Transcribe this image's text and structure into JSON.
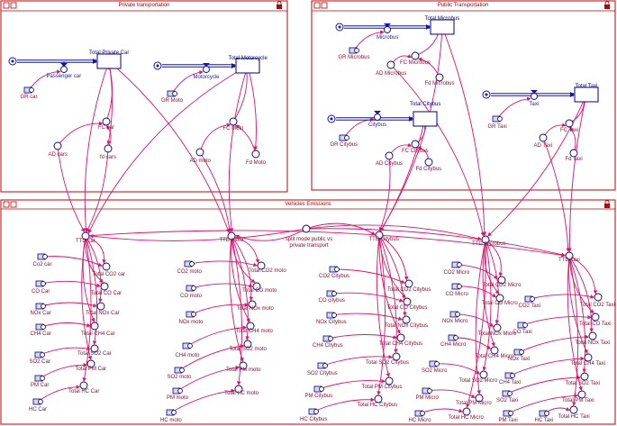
{
  "panels": {
    "private": {
      "title": "Private transportation"
    },
    "public": {
      "title": "Public Transportation"
    },
    "emissions": {
      "title": "Vehicles Emissions"
    }
  },
  "nodes": {
    "n_total_private_car": "Total Private Car",
    "n_passenger_car": "Passenger car",
    "n_gr_car": "GR car",
    "n_fc_car": "FC car",
    "n_ad_cars": "AD cars",
    "n_fd_cars": "fd cars",
    "n_total_motorcycle": "Total Motorcycle",
    "n_motorcycle": "Motorcycle",
    "n_gr_moto": "GR Moto",
    "n_fc_moto": "FC Moto",
    "n_ad_moto": "AD moto",
    "n_fd_moto": "Fd Moto",
    "n_total_microbus": "Total Microbus",
    "n_microbus": "Microbus",
    "n_fc_microbus": "FC Microbus",
    "n_gr_microbus": "GR Microbus",
    "n_ad_microbus": "AD Microbus",
    "n_fd_microbus": "Fd Microbus",
    "n_total_taxi": "Total Taxi",
    "n_taxi": "Taxi",
    "n_gr_taxi": "GR Taxi",
    "n_fc_taxi": "FC Taxi",
    "n_ad_taxi": "AD Taxi",
    "n_fd_taxi": "Fd Taxi",
    "n_total_citybus": "Total Citybus",
    "n_citybus": "Citybus",
    "n_gr_citybus": "GR Citybus",
    "n_fc_citybus": "FC Citybus",
    "n_ad_citybus": "AD Citybus",
    "n_fd_citybus": "Fd Citybus",
    "n_split_mode": "split mode public vs private transport",
    "n_ttd_car": "TTD car",
    "n_ttd_moto": "TTD moto",
    "n_ttd_citybus": "TTD Citybus",
    "n_ttd_microbus": "TTD microbus",
    "n_ttd_taxi": "TTD Taxi",
    "n_co2_car": "Co2 car",
    "n_total_co2_car": "Total CO2 car",
    "n_co_car": "CO Car",
    "n_total_co_car": "Total CO Car",
    "n_nox_car": "NOx Car",
    "n_total_nox_car": "Total NOx Car",
    "n_ch4_car": "CH4 Car",
    "n_total_ch4_car": "Total CH4 Car",
    "n_so2_car": "SO2 Car",
    "n_total_so2_car": "Total SO2 Car",
    "n_pm_car": "PM Car",
    "n_total_pm_car": "Total PM Car",
    "n_hc_car": "HC Car",
    "n_total_hc_car": "Total HC Car",
    "n_co2_moto": "CO2 moto",
    "n_total_co2_moto": "Total CO2 moto",
    "n_co_moto": "CO moto",
    "n_total_co_moto": "Total CO moto",
    "n_nox_moto": "NOx moto",
    "n_total_nox_moto": "Total NOx moto",
    "n_ch4_moto": "CH4 moto",
    "n_total_ch4_moto": "Total CH4 moto",
    "n_so2_moto": "SO2 moto",
    "n_total_so2_moto": "Total SO2 moto",
    "n_pm_moto": "PM moto",
    "n_total_pm_moto": "Total PM moto",
    "n_hc_moto": "HC moto",
    "n_total_hc_moto": "Total HC moto",
    "n_co2_citybus": "CO2 Citybus",
    "n_total_co2_citybus": "Total CO2 Citybus",
    "n_co_citybus": "CO citybus",
    "n_total_co_citybus": "Total CO Citybus",
    "n_nox_citybus": "NOx Citybus",
    "n_total_nox_citybus": "Total NOx Citybus",
    "n_ch4_citybus": "CH4 Citybus",
    "n_total_ch4_citybus": "Total CH4 Citybus",
    "n_so2_citybus": "SO2 Citybus",
    "n_total_so2_citybus": "Total SO2 Citybus",
    "n_pm_citybus": "PM Citybus",
    "n_total_pm_citybus": "Total PM Citybus",
    "n_hc_citybus": "HC Citybus",
    "n_total_hc_citybus": "Total HC Citybus",
    "n_co2_micro": "CO2 Micro",
    "n_total_co2_micro": "Total CO2 Micro",
    "n_co_micro": "CO Micro",
    "n_total_co_micro": "Total CO Micro",
    "n_nox_micro": "NOx Micro",
    "n_total_nox_micro": "Total NOx Micro",
    "n_ch4_micro": "CH4 Micro",
    "n_total_ch4_micro": "Total CH4 Micro",
    "n_so2_micro": "SO2 Micro",
    "n_total_so2_micro": "Total SO2 Micro",
    "n_pm_micro": "PM Micro",
    "n_total_pm_micro": "Total PM Micro",
    "n_hc_micro": "HC Micro",
    "n_total_hc_micro": "Total HC Micro",
    "n_co2_taxi": "CO2 Taxi",
    "n_total_co2_taxi": "Total CO2 Taxi",
    "n_co_taxi": "CO Taxi",
    "n_total_co_taxi": "Total CO Taxi",
    "n_nox_taxi": "NOx Taxi",
    "n_total_nox_taxi": "Total NOx Taxi",
    "n_ch4_taxi": "CH4 Taxi",
    "n_total_ch4_taxi": "Total CH4 Taxi",
    "n_so2_taxi": "SO2 Taxi",
    "n_total_so2_taxi": "Total SO2 Taxi",
    "n_pm_taxi": "PM Taxi",
    "n_total_pm_taxi": "Total PM Taxi",
    "n_hc_taxi": "HC Taxi",
    "n_total_hc_taxi": "Total HC Taxi"
  },
  "colors": {
    "panel_border": "#c00000",
    "stock_border": "#000080",
    "flow_pipe": "#1010c0",
    "link": "#e0106a",
    "aux_fill": "#ffffff",
    "aux_border": "#000080",
    "ghost_fill": "#d8d8f0"
  }
}
